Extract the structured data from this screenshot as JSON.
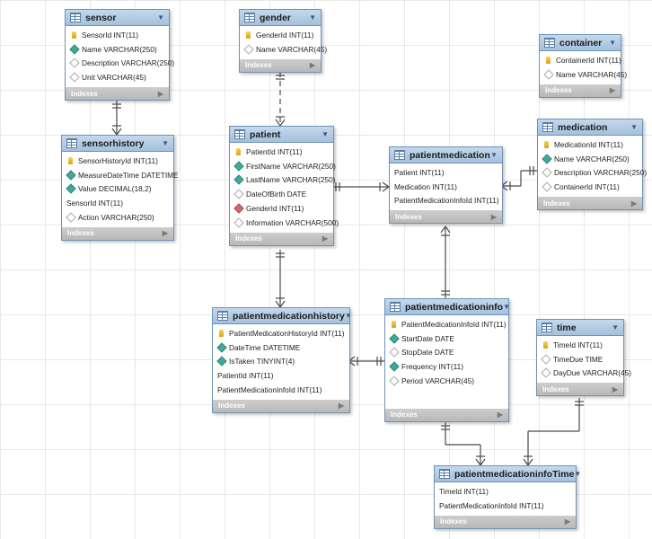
{
  "diagram": {
    "tables": [
      {
        "id": "sensor",
        "name": "sensor",
        "footer": "Indexes",
        "columns": [
          {
            "text": "SensorId INT(11)",
            "key": "pk"
          },
          {
            "text": "Name VARCHAR(250)",
            "key": "nn"
          },
          {
            "text": "Description VARCHAR(250)",
            "key": "null"
          },
          {
            "text": "Unit VARCHAR(45)",
            "key": "null"
          }
        ]
      },
      {
        "id": "gender",
        "name": "gender",
        "footer": "Indexes",
        "columns": [
          {
            "text": "GenderId INT(11)",
            "key": "pk"
          },
          {
            "text": "Name VARCHAR(45)",
            "key": "null"
          }
        ]
      },
      {
        "id": "container",
        "name": "container",
        "footer": "Indexes",
        "columns": [
          {
            "text": "ContainerId INT(11)",
            "key": "pk"
          },
          {
            "text": "Name VARCHAR(45)",
            "key": "null"
          }
        ]
      },
      {
        "id": "sensorhistory",
        "name": "sensorhistory",
        "footer": "Indexes",
        "columns": [
          {
            "text": "SensorHistoryId INT(11)",
            "key": "pk"
          },
          {
            "text": "MeasureDateTime DATETIME",
            "key": "nn"
          },
          {
            "text": "Value DECIMAL(18,2)",
            "key": "nn"
          },
          {
            "text": "SensorId INT(11)",
            "key": "none"
          },
          {
            "text": "Action VARCHAR(250)",
            "key": "null"
          }
        ]
      },
      {
        "id": "patient",
        "name": "patient",
        "footer": "Indexes",
        "columns": [
          {
            "text": "PatientId INT(11)",
            "key": "pk"
          },
          {
            "text": "FirstName VARCHAR(250)",
            "key": "nn"
          },
          {
            "text": "LastName VARCHAR(250)",
            "key": "nn"
          },
          {
            "text": "DateOfBirth DATE",
            "key": "null"
          },
          {
            "text": "GenderId INT(11)",
            "key": "fk"
          },
          {
            "text": "Information VARCHAR(500)",
            "key": "null"
          }
        ]
      },
      {
        "id": "patientmedication",
        "name": "patientmedication",
        "footer": "Indexes",
        "columns": [
          {
            "text": "Patient INT(11)",
            "key": "none"
          },
          {
            "text": "Medication INT(11)",
            "key": "none"
          },
          {
            "text": "PatientMedicationInfoId INT(11)",
            "key": "none"
          }
        ]
      },
      {
        "id": "medication",
        "name": "medication",
        "footer": "Indexes",
        "columns": [
          {
            "text": "MedicationId INT(11)",
            "key": "pk"
          },
          {
            "text": "Name VARCHAR(250)",
            "key": "nn"
          },
          {
            "text": "Description VARCHAR(250)",
            "key": "null"
          },
          {
            "text": "ContainerId INT(11)",
            "key": "null"
          }
        ]
      },
      {
        "id": "patientmedicationhistory",
        "name": "patientmedicationhistory",
        "footer": "Indexes",
        "columns": [
          {
            "text": "PatientMedicationHistoryId INT(11)",
            "key": "pk"
          },
          {
            "text": "DateTime DATETIME",
            "key": "nn"
          },
          {
            "text": "IsTaken TINYINT(4)",
            "key": "nn"
          },
          {
            "text": "PatientId INT(11)",
            "key": "none"
          },
          {
            "text": "PatientMedicationInfoId INT(11)",
            "key": "none"
          }
        ]
      },
      {
        "id": "patientmedicationinfo",
        "name": "patientmedicationinfo",
        "footer": "Indexes",
        "columns": [
          {
            "text": "PatientMedicationInfoId INT(11)",
            "key": "pk"
          },
          {
            "text": "StartDate DATE",
            "key": "nn"
          },
          {
            "text": "StopDate DATE",
            "key": "null"
          },
          {
            "text": "Frequency INT(11)",
            "key": "nn"
          },
          {
            "text": "Period VARCHAR(45)",
            "key": "null"
          }
        ]
      },
      {
        "id": "time",
        "name": "time",
        "footer": "Indexes",
        "columns": [
          {
            "text": "TimeId INT(11)",
            "key": "pk"
          },
          {
            "text": "TimeDue TIME",
            "key": "null"
          },
          {
            "text": "DayDue VARCHAR(45)",
            "key": "null"
          }
        ]
      },
      {
        "id": "patientmedicationinfoTime",
        "name": "patientmedicationinfoTime",
        "footer": "Indexes",
        "columns": [
          {
            "text": "TimeId INT(11)",
            "key": "none"
          },
          {
            "text": "PatientMedicationInfoId INT(11)",
            "key": "none"
          }
        ]
      }
    ],
    "relationships": [
      {
        "from": "sensor",
        "to": "sensorhistory",
        "style": "solid"
      },
      {
        "from": "gender",
        "to": "patient",
        "style": "dashed"
      },
      {
        "from": "patient",
        "to": "patientmedication",
        "style": "solid"
      },
      {
        "from": "medication",
        "to": "patientmedication",
        "style": "solid"
      },
      {
        "from": "patient",
        "to": "patientmedicationhistory",
        "style": "solid"
      },
      {
        "from": "patientmedicationinfo",
        "to": "patientmedication",
        "style": "solid"
      },
      {
        "from": "patientmedicationinfo",
        "to": "patientmedicationhistory",
        "style": "solid"
      },
      {
        "from": "patientmedicationinfo",
        "to": "patientmedicationinfoTime",
        "style": "solid"
      },
      {
        "from": "time",
        "to": "patientmedicationinfoTime",
        "style": "solid"
      }
    ],
    "colors": {
      "header": "#b3cde6",
      "border": "#6f93b5",
      "footer": "#c4c4c4",
      "connector": "#4a4a4a"
    }
  }
}
